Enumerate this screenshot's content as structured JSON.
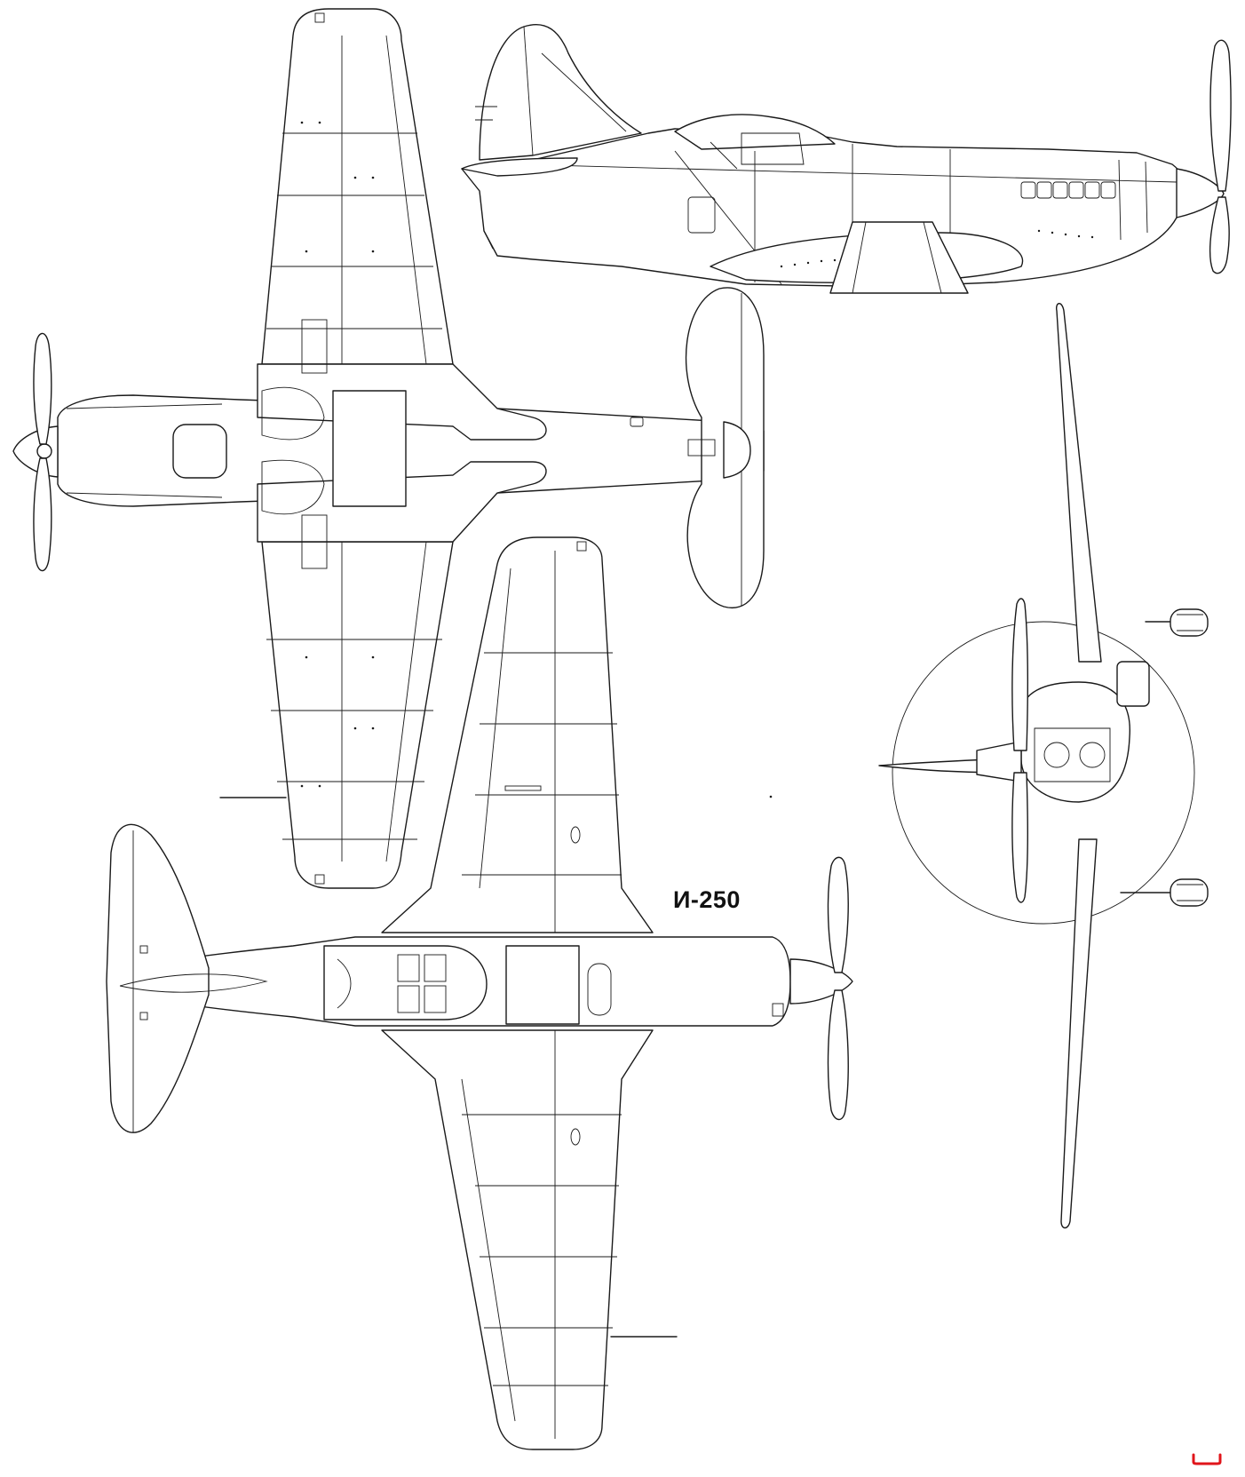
{
  "drawing": {
    "designation": "И-250",
    "views": [
      {
        "name": "side-view"
      },
      {
        "name": "bottom-view"
      },
      {
        "name": "top-view"
      },
      {
        "name": "front-view"
      }
    ],
    "colors": {
      "line": "#1a1a1a",
      "background": "#ffffff",
      "accent_mark": "#e0151b"
    }
  }
}
